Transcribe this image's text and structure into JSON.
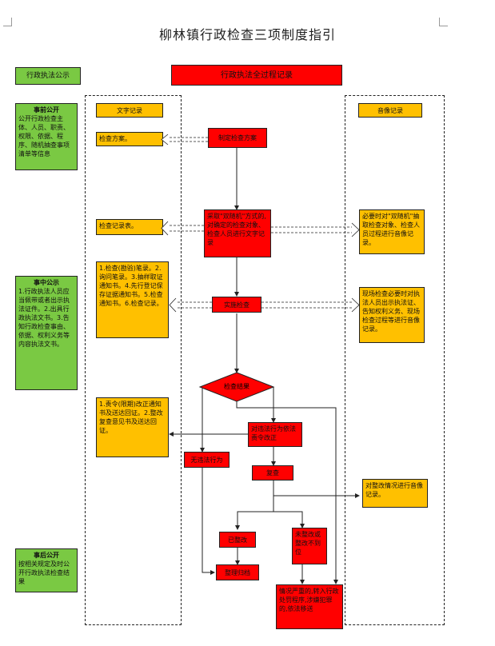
{
  "title": "柳林镇行政检查三项制度指引",
  "left": {
    "header": "行政执法公示",
    "before_title": "事前公开",
    "before_body": "公开行政检查主体、人员、职责、权限、依据、程序、随机抽查事项清单等信息",
    "during_title": "事中公示",
    "during_body": "1.行政执法人员应当佩带或者出示执法证件。2.出具行政执法文书。3.告知行政检查事由、依据、权利义务等内容执法文书。",
    "after_title": "事后公开",
    "after_body": "按相关规定及时公开行政执法检查结果"
  },
  "header_record": "行政执法全过程记录",
  "text_record": {
    "label": "文字记录",
    "plan": "检查方案。",
    "record_table": "检查记录表。",
    "docs": "1.检查(勘验)笔录。2.询问笔录。3.抽样取证通知书。4.先行登记保存证据通知书。5.检查通知书。6.检查记录。",
    "order": "1.责令(限期)改正通知书及送达回证。2.整改复查意见书及送达回证。"
  },
  "av_record": {
    "label": "音像记录",
    "random": "必要时对\"双随机\"抽取检查对象、检查人员过程进行音像记录。",
    "onsite": "现场检查必要时对执法人员出示执法证、告知权利义务、现场检查过程等进行音像记录。",
    "rectify": "对整改情况进行音像记录。"
  },
  "flow": {
    "make_plan": "制定检查方案",
    "random_select": "采取\"双随机\"方式的,对确定的检查对象、检查人员进行文字记录",
    "onsite_check": "实施检查",
    "result": "检查结果",
    "illegal": "对违法行为依法责令改正",
    "no_violation": "无违法行为",
    "review": "复查",
    "rectified": "已整改",
    "not_rectified": "未整改或整改不到位",
    "archive": "整理归档",
    "transfer": "情况严重的,转入行政处罚程序,涉嫌犯罪的,依法移送"
  }
}
